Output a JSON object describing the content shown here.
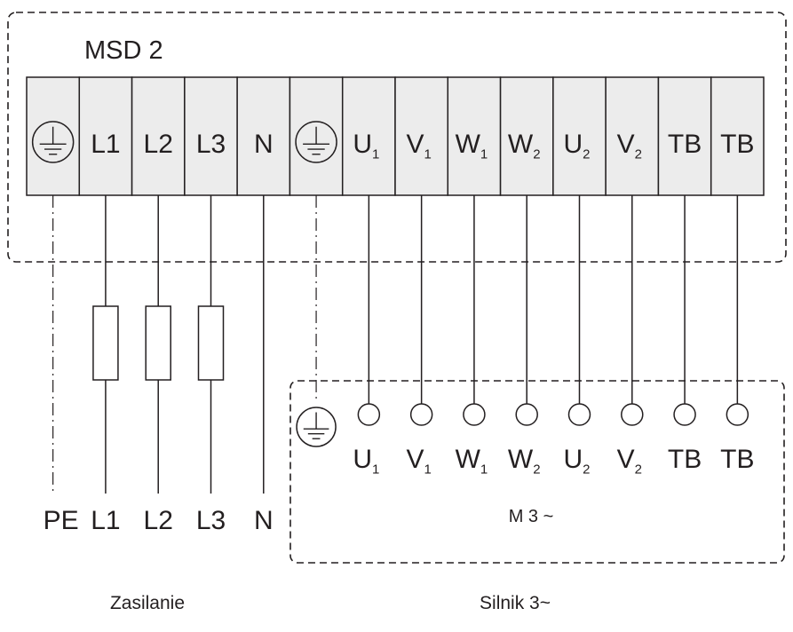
{
  "controller": {
    "title": "MSD 2",
    "terminals": [
      {
        "type": "ground",
        "icon": "ground-icon"
      },
      {
        "main": "L1",
        "sub": ""
      },
      {
        "main": "L2",
        "sub": ""
      },
      {
        "main": "L3",
        "sub": ""
      },
      {
        "main": "N",
        "sub": ""
      },
      {
        "type": "ground",
        "icon": "ground-icon"
      },
      {
        "main": "U",
        "sub": "1"
      },
      {
        "main": "V",
        "sub": "1"
      },
      {
        "main": "W",
        "sub": "1"
      },
      {
        "main": "W",
        "sub": "2"
      },
      {
        "main": "U",
        "sub": "2"
      },
      {
        "main": "V",
        "sub": "2"
      },
      {
        "main": "TB",
        "sub": ""
      },
      {
        "main": "TB",
        "sub": ""
      }
    ]
  },
  "supply": {
    "labels": [
      "PE",
      "L1",
      "L2",
      "L3",
      "N"
    ],
    "caption": "Zasilanie"
  },
  "motor": {
    "title": "M 3 ~",
    "terminals": [
      {
        "main": "U",
        "sub": "1"
      },
      {
        "main": "V",
        "sub": "1"
      },
      {
        "main": "W",
        "sub": "1"
      },
      {
        "main": "W",
        "sub": "2"
      },
      {
        "main": "U",
        "sub": "2"
      },
      {
        "main": "V",
        "sub": "2"
      },
      {
        "main": "TB",
        "sub": ""
      },
      {
        "main": "TB",
        "sub": ""
      }
    ],
    "caption": "Silnik 3~"
  },
  "colors": {
    "line": "#231f20",
    "terminal_fill": "#ececec"
  }
}
